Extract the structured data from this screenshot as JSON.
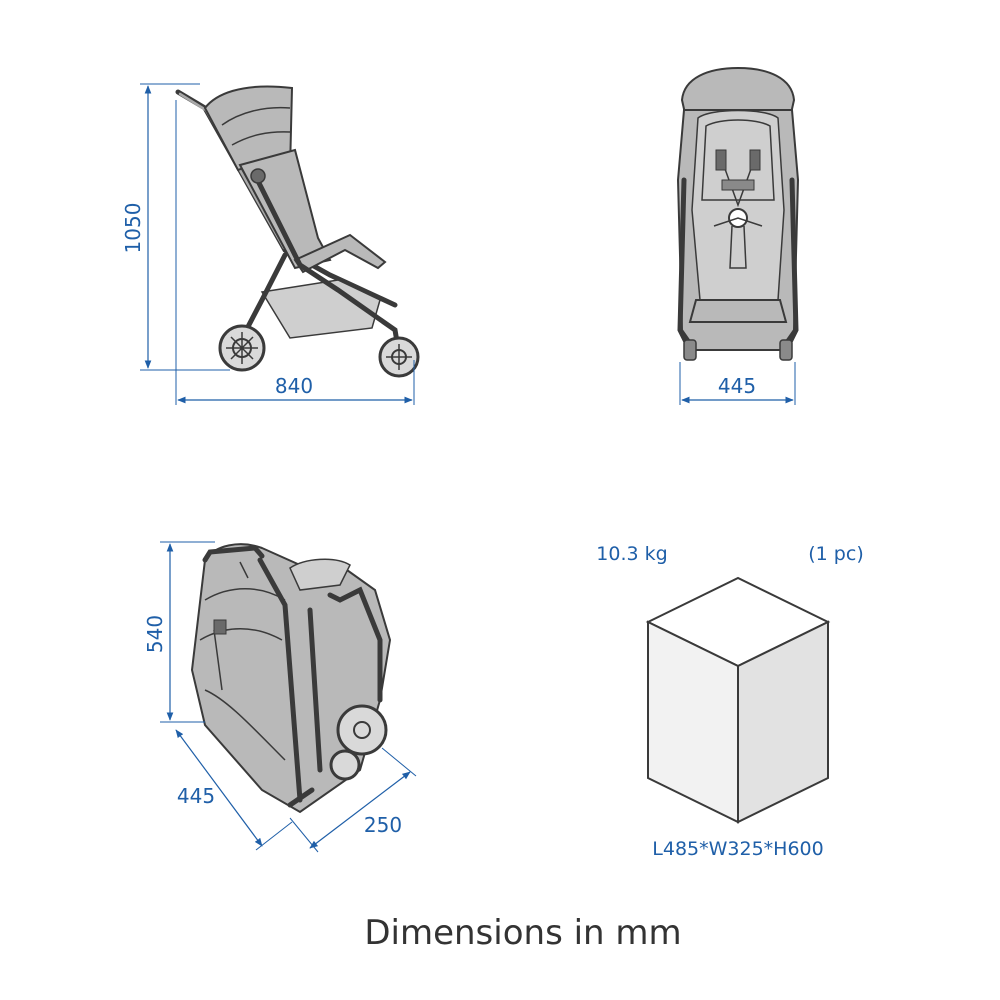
{
  "dimensions": {
    "side_height": "1050",
    "side_length": "840",
    "front_width": "445",
    "folded_height": "540",
    "folded_length": "445",
    "folded_depth": "250"
  },
  "package": {
    "weight": "10.3 kg",
    "quantity": "(1 pc)",
    "size": "L485*W325*H600"
  },
  "caption": "Dimensions in mm",
  "colors": {
    "dimension_blue": "#1f5fa8",
    "drawing_grey": "#b9b9b9",
    "outline": "#3a3a3a",
    "caption_text": "#333333"
  }
}
